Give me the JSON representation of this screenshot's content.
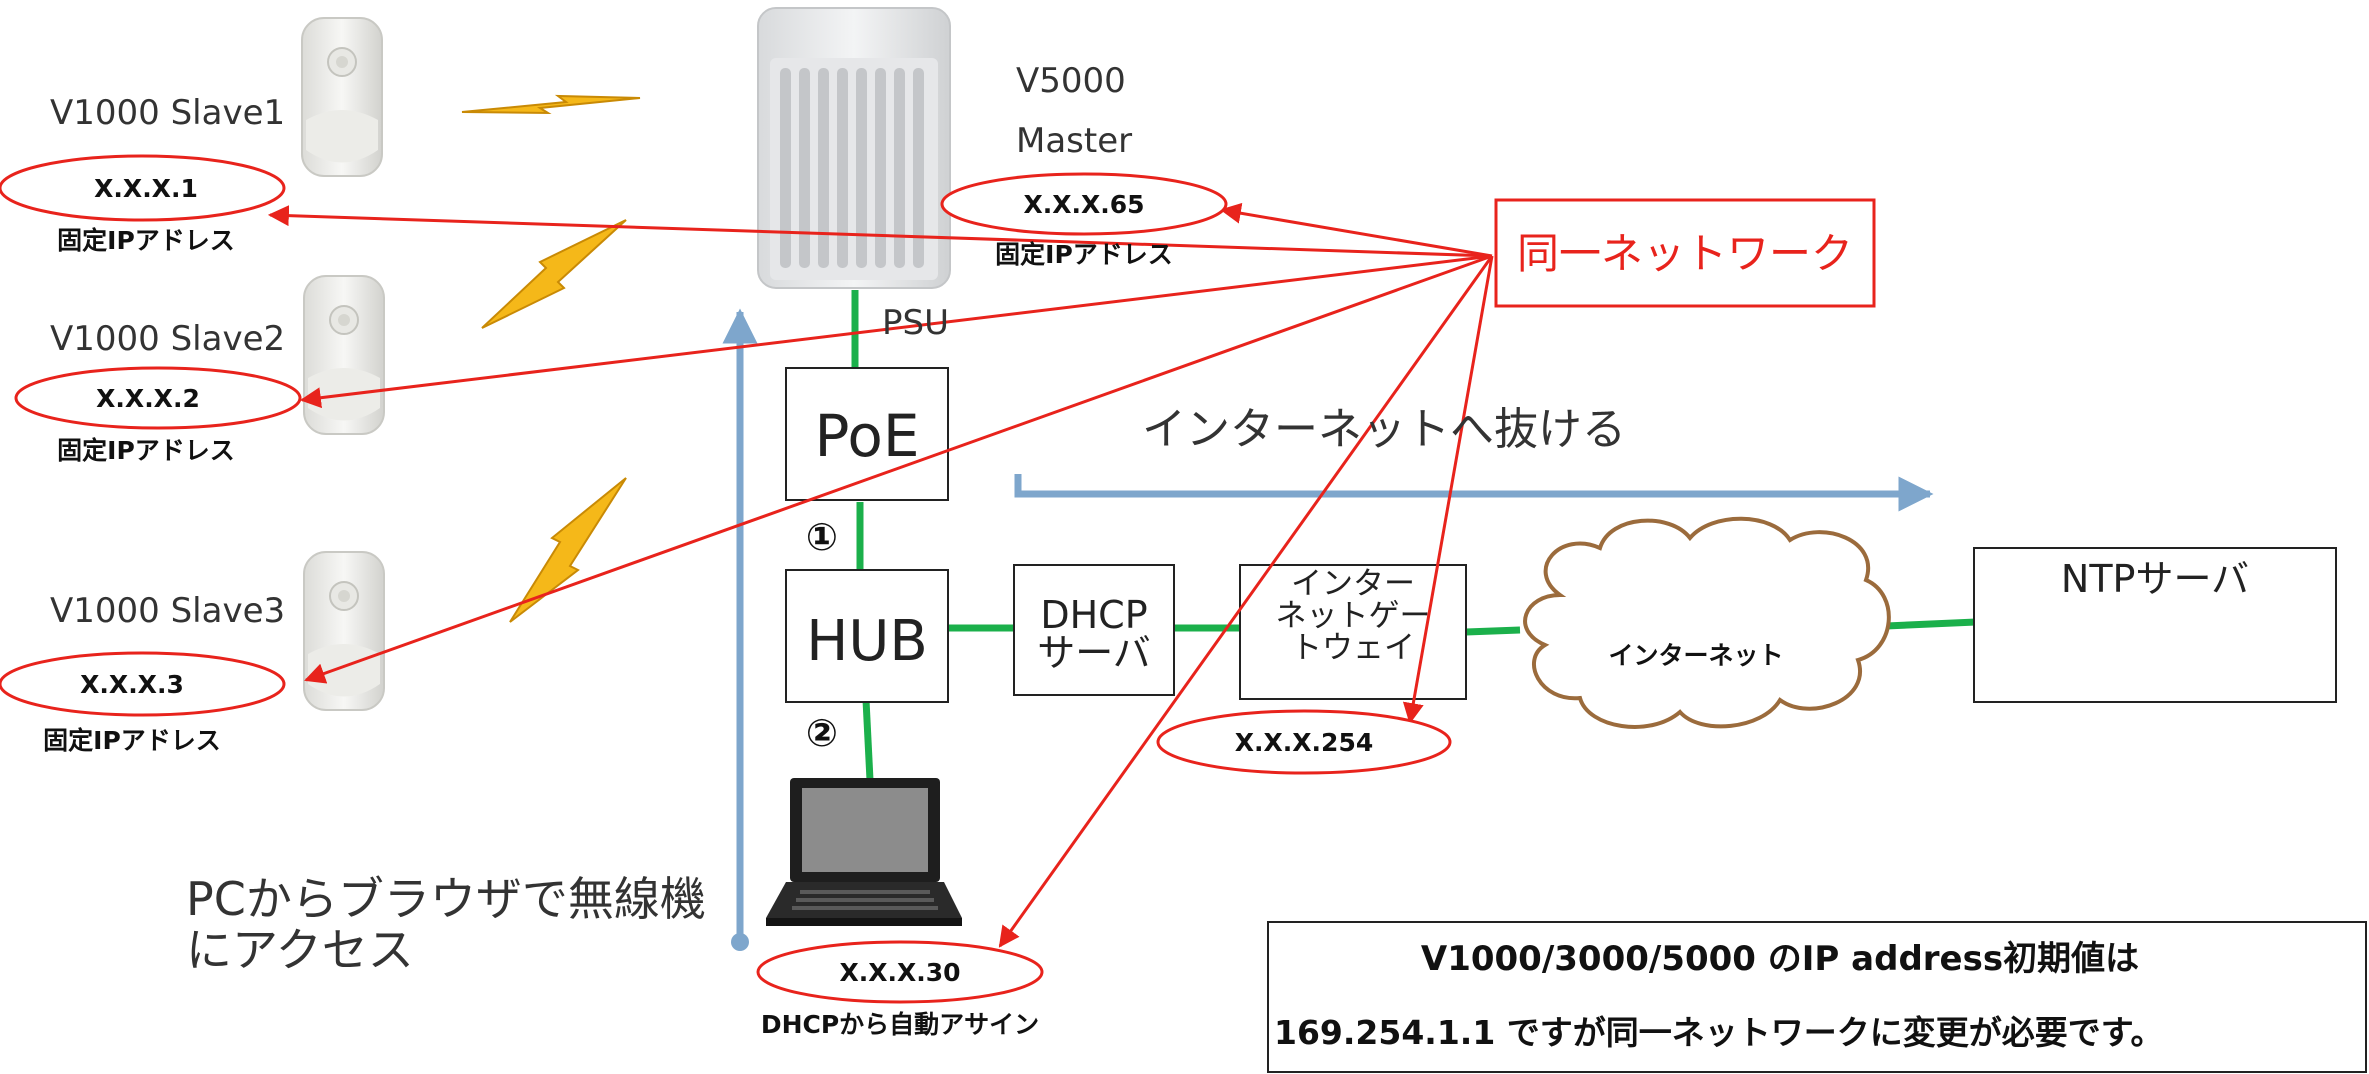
{
  "devices": {
    "slave1": {
      "name": "V1000  Slave1",
      "ip": "X.X.X.1",
      "caption": "固定IPアドレス"
    },
    "slave2": {
      "name": "V1000  Slave2",
      "ip": "X.X.X.2",
      "caption": "固定IPアドレス"
    },
    "slave3": {
      "name": "V1000  Slave3",
      "ip": "X.X.X.3",
      "caption": "固定IPアドレス"
    },
    "master": {
      "model": "V5000",
      "role": "Master",
      "ip": "X.X.X.65",
      "caption": "固定IPアドレス",
      "psu_label": "PSU"
    }
  },
  "boxes": {
    "poe": "PoE",
    "hub": "HUB",
    "dhcp": [
      "DHCP",
      "サーバ"
    ],
    "gateway": [
      "インター",
      "ネットゲー",
      "トウェイ"
    ],
    "internet": "インターネット",
    "ntp": "NTPサーバ"
  },
  "ports": {
    "port1": "①",
    "port2": "②"
  },
  "gateway_ip": "X.X.X.254",
  "pc": {
    "ip": "X.X.X.30",
    "caption": "DHCPから自動アサイン"
  },
  "same_network": "同一ネットワーク",
  "internet_route": "インターネットへ抜ける",
  "browser_access": [
    "PCからブラウザで無線機",
    "にアクセス"
  ],
  "note": {
    "line1": "V1000/3000/5000 のIP address初期値は",
    "line2": "169.254.1.1 ですが同一ネットワークに変更が必要です。"
  },
  "colors": {
    "red": "#e8231c",
    "green": "#1bb04b",
    "blue": "#7ea6cc",
    "bolt": "#f5b819",
    "cloud": "#9b6b3c"
  }
}
